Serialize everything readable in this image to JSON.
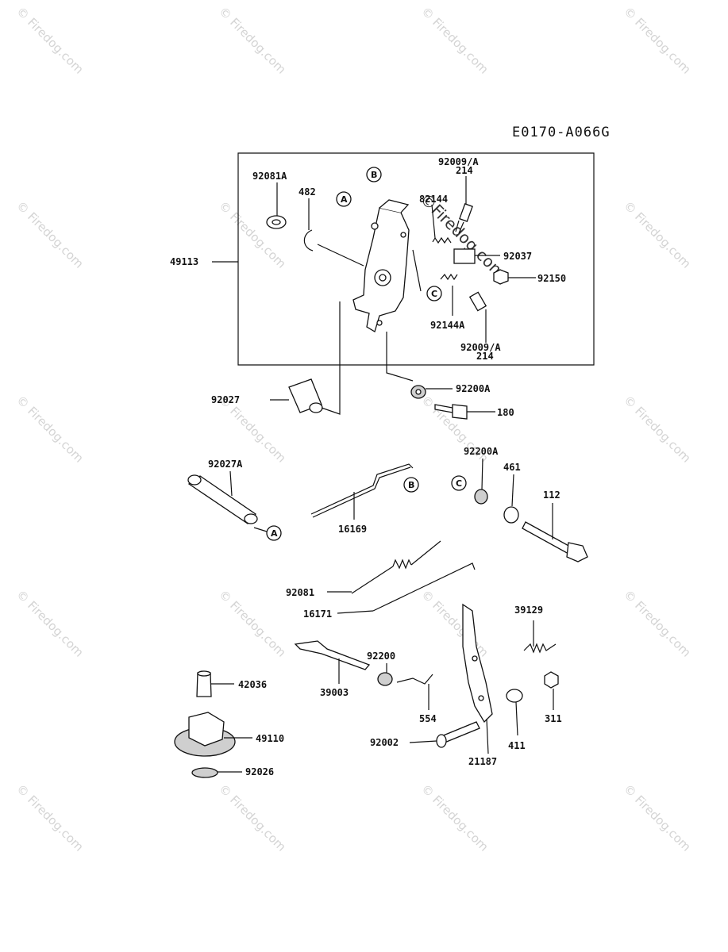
{
  "diagram_code": "E0170-A066G",
  "watermark_text": "© Firedog.com",
  "watermark_center_text": "©Firedog.com",
  "callouts": {
    "c1": "92081A",
    "c2": "482",
    "c3": "92009/A",
    "c4": "214",
    "c5": "82144",
    "c6": "49113",
    "c7": "92037",
    "c8": "92150",
    "c9": "92144A",
    "c10": "92009/A",
    "c11": "214",
    "c12": "92027",
    "c13": "92200A",
    "c14": "180",
    "c15": "92027A",
    "c16": "92200A",
    "c17": "461",
    "c18": "112",
    "c19": "16169",
    "c20": "92081",
    "c21": "16171",
    "c22": "39129",
    "c23": "92200",
    "c24": "39003",
    "c25": "42036",
    "c26": "554",
    "c27": "311",
    "c28": "49110",
    "c29": "92002",
    "c30": "411",
    "c31": "21187",
    "c32": "92026"
  },
  "ref_markers": {
    "a1": "A",
    "b1": "B",
    "c1": "C",
    "a2": "A",
    "b2": "B",
    "c2": "C"
  }
}
